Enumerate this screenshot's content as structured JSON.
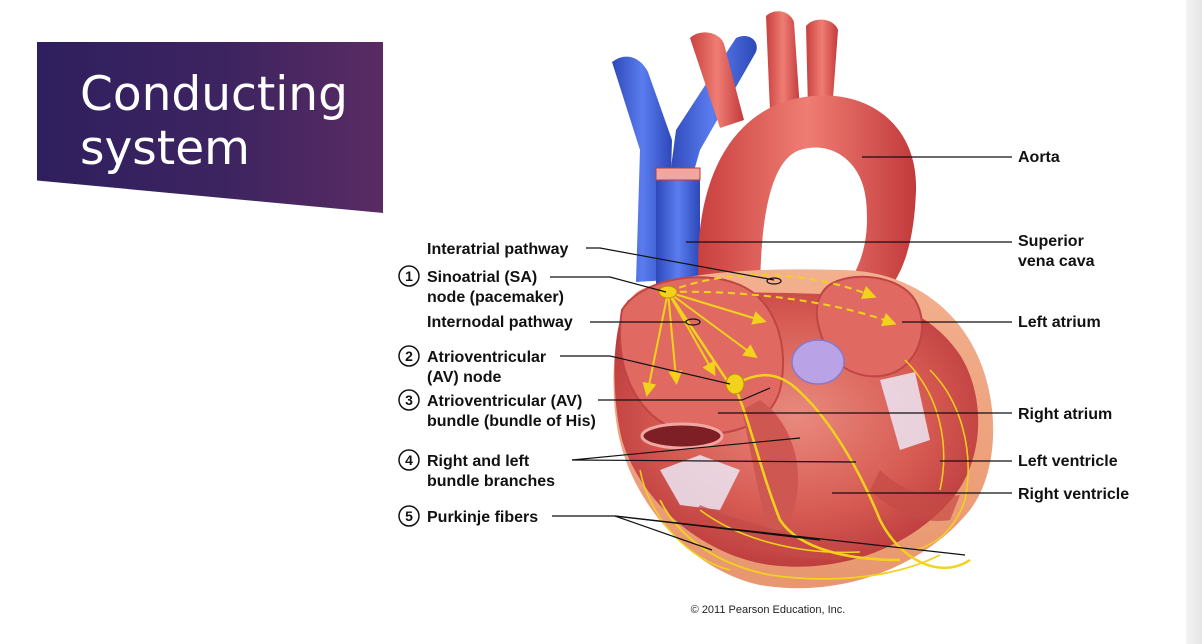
{
  "slide": {
    "title": "Conducting\nsystem"
  },
  "labels_left": {
    "interatrial": "Interatrial pathway",
    "sa_line1": "Sinoatrial (SA)",
    "sa_line2": "node (pacemaker)",
    "internodal": "Internodal pathway",
    "av_line1": "Atrioventricular",
    "av_line2": "(AV) node",
    "bundle_line1": "Atrioventricular (AV)",
    "bundle_line2": "bundle (bundle of His)",
    "branches_line1": "Right and left",
    "branches_line2": "bundle branches",
    "purkinje": "Purkinje fibers"
  },
  "step_numbers": [
    "1",
    "2",
    "3",
    "4",
    "5"
  ],
  "labels_right": {
    "aorta": "Aorta",
    "svc_line1": "Superior",
    "svc_line2": "vena cava",
    "left_atrium": "Left atrium",
    "right_atrium": "Right atrium",
    "left_ventricle": "Left ventricle",
    "right_ventricle": "Right ventricle"
  },
  "credit": "© 2011 Pearson Education, Inc.",
  "colors": {
    "banner": "#3d2460",
    "vein": "#3b5bd6",
    "heart": "#d9534f",
    "conduction": "#f2d21b"
  }
}
